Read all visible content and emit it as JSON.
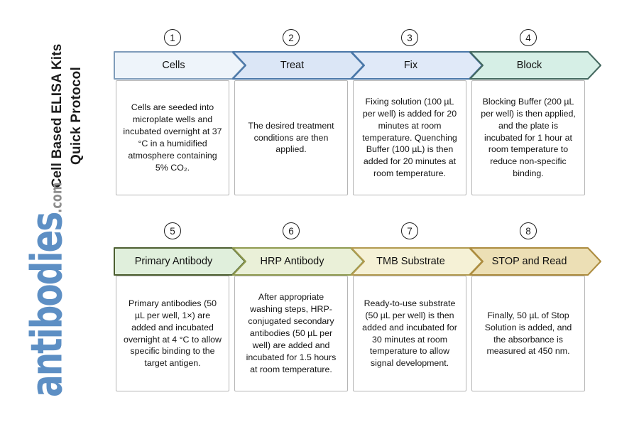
{
  "page": {
    "background": "#ffffff"
  },
  "sidebar": {
    "title_line1": "Cell Based ELISA Kits",
    "title_line2": "Quick Protocol",
    "logo_text": "antibodies",
    "logo_suffix": ".com",
    "logo_color": "#5d8fc4",
    "logo_suffix_color": "#8d8d8d"
  },
  "steps": [
    {
      "number": "1",
      "title": "Cells",
      "description": "Cells are seeded into microplate wells and incubated overnight at 37 °C in a humidified atmosphere containing 5% CO₂.",
      "fill": "#eef4fa",
      "stroke": "#7f9cba"
    },
    {
      "number": "2",
      "title": "Treat",
      "description": "The desired treatment conditions are then applied.",
      "fill": "#dbe6f6",
      "stroke": "#4a77a8"
    },
    {
      "number": "3",
      "title": "Fix",
      "description": "Fixing solution (100 µL per well) is added for 20 minutes at room temperature. Quenching Buffer (100 µL) is then added for 20 minutes at room temperature.",
      "fill": "#e0e9f8",
      "stroke": "#4a77a8"
    },
    {
      "number": "4",
      "title": "Block",
      "description": "Blocking Buffer (200 µL per well) is then applied, and the plate is incubated for 1 hour at room temperature to reduce non-specific binding.",
      "fill": "#d6efe6",
      "stroke": "#44685f"
    },
    {
      "number": "5",
      "title": "Primary Antibody",
      "description": "Primary antibodies (50 µL per well, 1×) are added and incubated overnight at 4 °C to allow specific binding to the target antigen.",
      "fill": "#e0efdc",
      "stroke": "#4d5f31"
    },
    {
      "number": "6",
      "title": "HRP Antibody",
      "description": "After appropriate washing steps, HRP-conjugated secondary antibodies (50 µL per well) are added and incubated for 1.5 hours at room temperature.",
      "fill": "#eaf0d8",
      "stroke": "#8f9a4f"
    },
    {
      "number": "7",
      "title": "TMB Substrate",
      "description": "Ready-to-use substrate (50 µL per well) is then added and incubated for 30 minutes at room temperature to allow signal development.",
      "fill": "#f5f1d6",
      "stroke": "#b29a4f"
    },
    {
      "number": "8",
      "title": "STOP and Read",
      "description": "Finally, 50 µL of Stop Solution is added, and the absorbance is measured at 450 nm.",
      "fill": "#ecdfb5",
      "stroke": "#ac8b3e"
    }
  ]
}
